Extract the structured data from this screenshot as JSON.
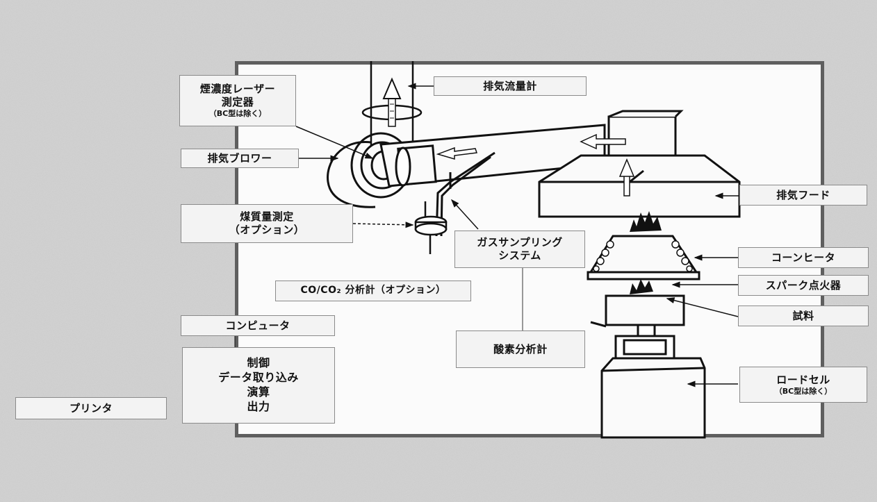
{
  "labels": {
    "smoke_laser": {
      "line1": "煙濃度レーザー",
      "line2": "測定器",
      "note": "（BC型は除く）"
    },
    "exhaust_flow": "排気流量計",
    "exhaust_blower": "排気ブロワー",
    "soot_measure": {
      "line1": "煤質量測定",
      "line2": "（オプション）"
    },
    "exhaust_hood": "排気フード",
    "gas_sampling": {
      "line1": "ガスサンプリング",
      "line2": "システム"
    },
    "cone_heater": "コーンヒータ",
    "spark_igniter": "スパーク点火器",
    "specimen": "試料",
    "co_analyzer": "CO/CO₂ 分析計（オプション）",
    "oxygen_analyzer": "酸素分析計",
    "computer": "コンピュータ",
    "computer_functions": [
      "制御",
      "データ取り込み",
      "演算",
      "出力"
    ],
    "printer": "プリンタ",
    "load_cell": {
      "line1": "ロードセル",
      "note": "（BC型は除く）"
    }
  },
  "colors": {
    "background": "#c9c9c9",
    "frame_border": "#5f5f5f",
    "label_fill": "#f3f3f3",
    "ink": "#111111"
  }
}
